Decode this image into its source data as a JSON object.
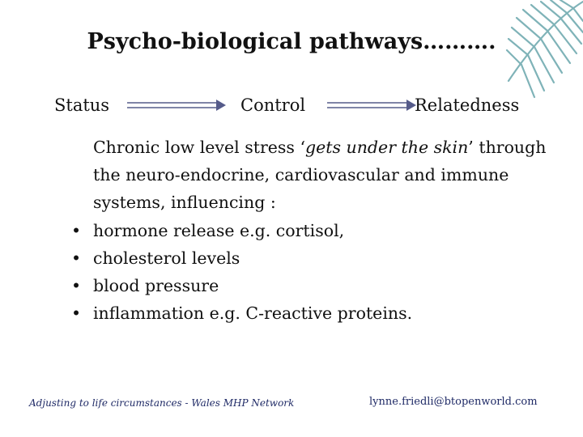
{
  "slide": {
    "title": "Psycho-biological pathways……….",
    "flow": {
      "steps": [
        "Status",
        "Control",
        "Relatedness"
      ]
    },
    "intro": {
      "before": "Chronic low level stress ‘",
      "italic": "gets under the skin",
      "after": "’ through the neuro-endocrine, cardiovascular and immune systems, influencing :"
    },
    "bullets": [
      "hormone release e.g. cortisol,",
      "cholesterol levels",
      "blood pressure",
      "inflammation e.g. C-reactive proteins."
    ],
    "bullet_glyph": "•",
    "footer": {
      "left": "Adjusting to life circumstances - Wales MHP Network",
      "right": "lynne.friedli@btopenworld.com"
    },
    "colors": {
      "leaf": "#7fb3b8",
      "footer_text": "#1f2a66",
      "arrow": "#555b8a"
    }
  }
}
